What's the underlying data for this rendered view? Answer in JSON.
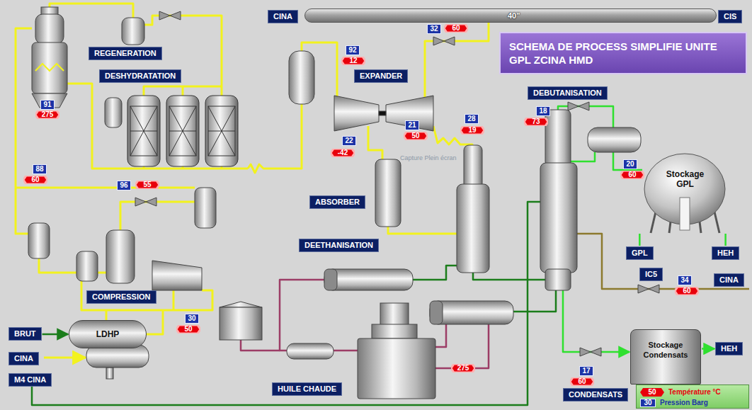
{
  "diagram": {
    "title": "SCHEMA DE PROCESS SIMPLIFIE UNITE GPL ZCINA HMD",
    "nodes": [
      {
        "text": [
          "CINA"
        ]
      },
      {
        "text": [
          "40\""
        ]
      },
      {
        "text": [
          "CIS"
        ]
      },
      {
        "text": [
          "32"
        ]
      },
      {
        "text": [
          "60"
        ]
      },
      {
        "text": [
          "REGENERATION"
        ]
      },
      {
        "text": [
          "DESHYDRATATION"
        ]
      },
      {
        "text": [
          "92"
        ]
      },
      {
        "text": [
          "12"
        ]
      },
      {
        "text": [
          "EXPANDER"
        ]
      },
      {
        "text": [
          "91"
        ]
      },
      {
        "text": [
          "275"
        ]
      },
      {
        "text": [
          "DEBUTANISATION"
        ]
      },
      {
        "text": [
          "18"
        ]
      },
      {
        "text": [
          "73"
        ]
      },
      {
        "text": [
          "21"
        ]
      },
      {
        "text": [
          "50"
        ]
      },
      {
        "text": [
          "28"
        ]
      },
      {
        "text": [
          "19"
        ]
      },
      {
        "text": [
          "22"
        ]
      },
      {
        "text": [
          "-42"
        ]
      },
      {
        "text": [
          "Stockage GPL"
        ]
      },
      {
        "text": [
          "20"
        ]
      },
      {
        "text": [
          "60"
        ]
      },
      {
        "text": [
          "88"
        ]
      },
      {
        "text": [
          "60"
        ]
      },
      {
        "text": [
          "96"
        ]
      },
      {
        "text": [
          "55"
        ]
      },
      {
        "text": [
          "ABSORBER"
        ]
      },
      {
        "text": [
          "DEETHANISATION"
        ]
      },
      {
        "text": [
          "GPL"
        ]
      },
      {
        "text": [
          "HEH"
        ]
      },
      {
        "text": [
          "IC5"
        ]
      },
      {
        "text": [
          "34"
        ]
      },
      {
        "text": [
          "60"
        ]
      },
      {
        "text": [
          "CINA"
        ]
      },
      {
        "text": [
          "COMPRESSION"
        ]
      },
      {
        "text": [
          "30"
        ]
      },
      {
        "text": [
          "50"
        ]
      },
      {
        "text": [
          "BRUT"
        ]
      },
      {
        "text": [
          "LDHP"
        ]
      },
      {
        "text": [
          "CINA"
        ]
      },
      {
        "text": [
          "M4 CINA"
        ]
      },
      {
        "text": [
          "HUILE CHAUDE"
        ]
      },
      {
        "text": [
          "275"
        ]
      },
      {
        "text": [
          "Stockage Condensats"
        ]
      },
      {
        "text": [
          "17"
        ]
      },
      {
        "text": [
          "60"
        ]
      },
      {
        "text": [
          "CONDENSATS"
        ]
      },
      {
        "text": [
          "HEH"
        ]
      }
    ],
    "edges": [
      {
        "from": 39,
        "to": 40,
        "arrow": "to"
      },
      {
        "from": 45,
        "to": 49,
        "arrow": "to"
      },
      {
        "from": 21,
        "to": 30,
        "arrow": "none"
      },
      {
        "from": 21,
        "to": 31,
        "arrow": "none"
      }
    ],
    "labels": [
      "Capture Plein écran",
      "50",
      "30"
    ],
    "legend": [
      {
        "text": "Température °C",
        "color": "#e8000b"
      },
      {
        "text": "Pression Barg",
        "color": "#1c33a6"
      }
    ]
  }
}
